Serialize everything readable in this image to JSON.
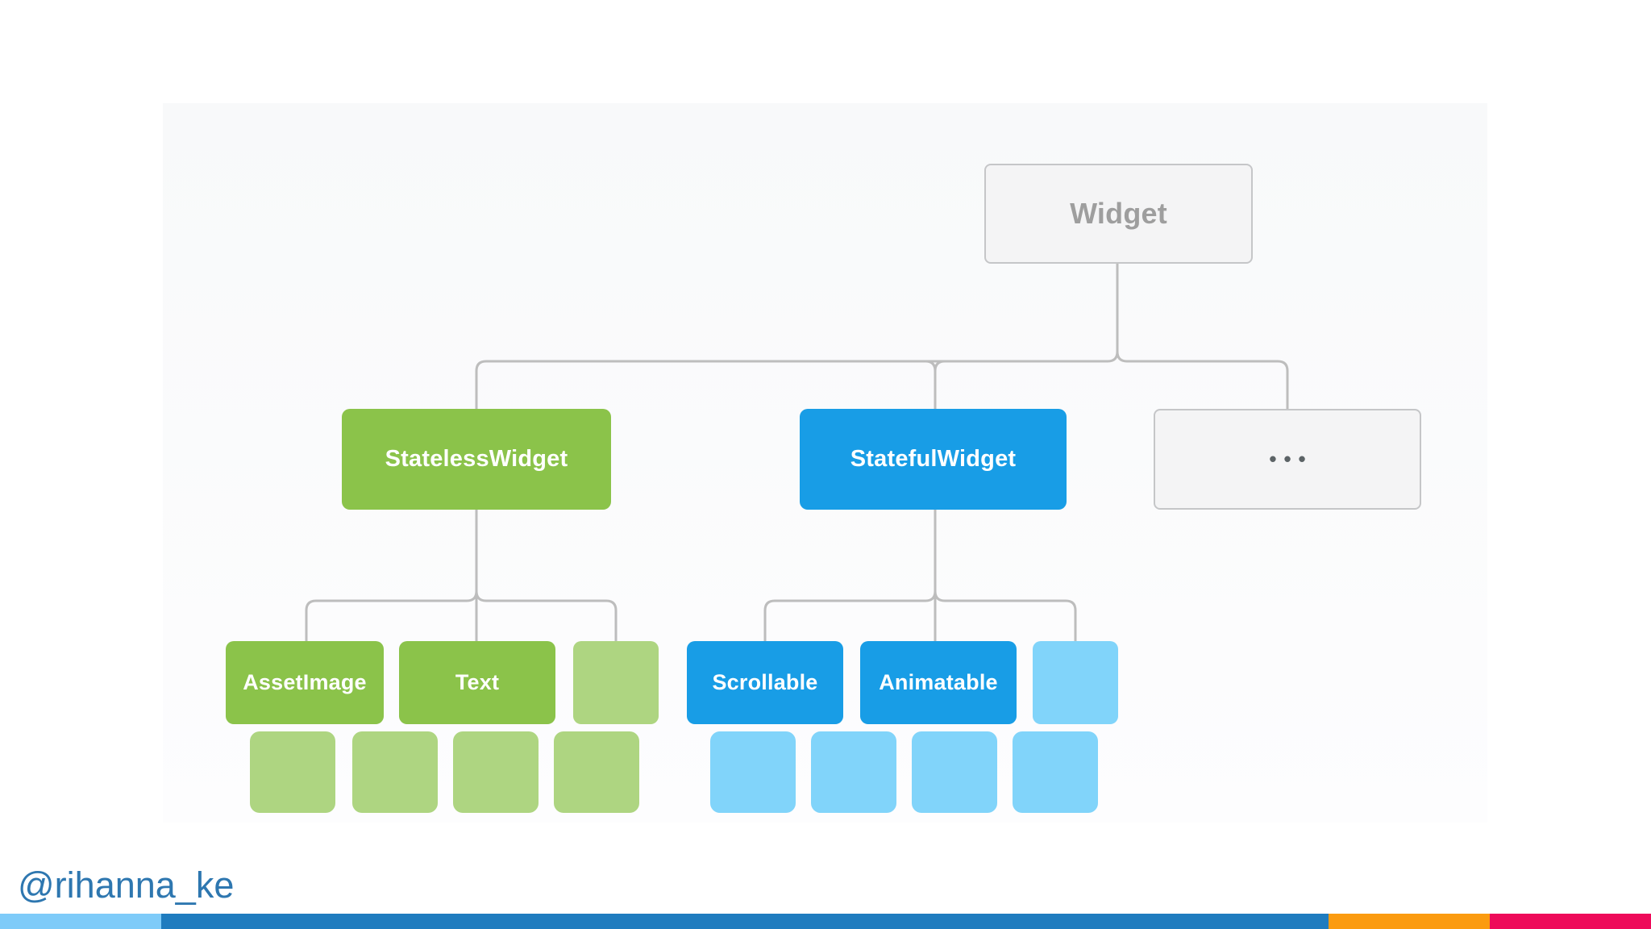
{
  "diagram": {
    "title_semantic": "Flutter widget class hierarchy",
    "root": {
      "label": "Widget",
      "fill": "#f4f4f5",
      "border_color": "#c5c6c8",
      "text_color": "#9e9e9e"
    },
    "level1": [
      {
        "label": "StatelessWidget",
        "color": "#8bc34a"
      },
      {
        "label": "StatefulWidget",
        "color": "#189de6"
      },
      {
        "label": "•••",
        "color": "#f4f4f5"
      }
    ],
    "stateless_children": [
      {
        "label": "AssetImage",
        "color": "#8bc34a"
      },
      {
        "label": "Text",
        "color": "#8bc34a"
      },
      {
        "label": "",
        "color": "#aed581"
      }
    ],
    "stateful_children": [
      {
        "label": "Scrollable",
        "color": "#189de6"
      },
      {
        "label": "Animatable",
        "color": "#189de6"
      },
      {
        "label": "",
        "color": "#81d4fa"
      }
    ],
    "stateless_leaf_box_count": 4,
    "stateful_leaf_box_count": 4,
    "leaf_colors": {
      "green": "#aed581",
      "blue": "#81d4fa"
    },
    "connector_color": "#bdbdbd"
  },
  "footer": {
    "handle": "@rihanna_ke",
    "handle_color": "#2e77b0",
    "stripe_colors": [
      "#7ecbf9",
      "#1f7cbf",
      "#fb9b10",
      "#ee0b5a"
    ]
  }
}
